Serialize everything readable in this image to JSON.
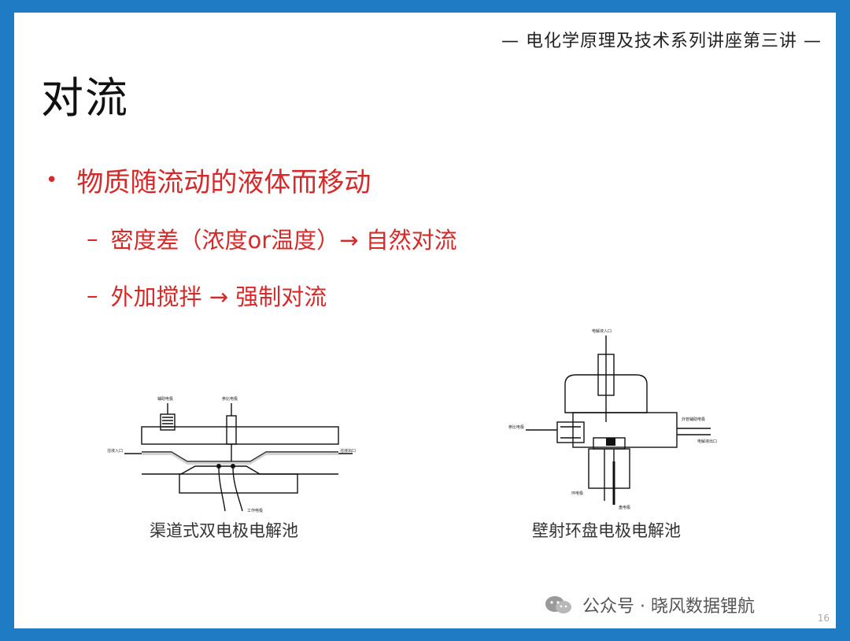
{
  "header": {
    "series_title": "— 电化学原理及技术系列讲座第三讲 —"
  },
  "slide": {
    "title": "对流",
    "bullet": "物质随流动的液体而移动",
    "sub_items": [
      {
        "dash": "–",
        "text": "密度差（浓度or温度）→ 自然对流"
      },
      {
        "dash": "–",
        "text": "外加搅拌 → 强制对流"
      }
    ]
  },
  "figures": [
    {
      "caption": "渠道式双电极电解池",
      "labels": {
        "aux": "辅助电极",
        "ref": "参比电极",
        "inlet": "溶液入口",
        "outlet": "溶液出口",
        "work": "工作电极"
      }
    },
    {
      "caption": "壁射环盘电极电解池",
      "labels": {
        "inlet": "电解液入口",
        "ref": "参比电极",
        "outer_aux": "外管辅助电极",
        "outlet": "电解液出口",
        "ring": "环电极",
        "disk": "盘电极"
      }
    }
  ],
  "watermark": {
    "text": "公众号 · 晓风数据锂航",
    "icon": "wechat-icon"
  },
  "page": {
    "number": "16"
  },
  "colors": {
    "frame": "#1f7bc4",
    "accent_red": "#d62a2a"
  }
}
